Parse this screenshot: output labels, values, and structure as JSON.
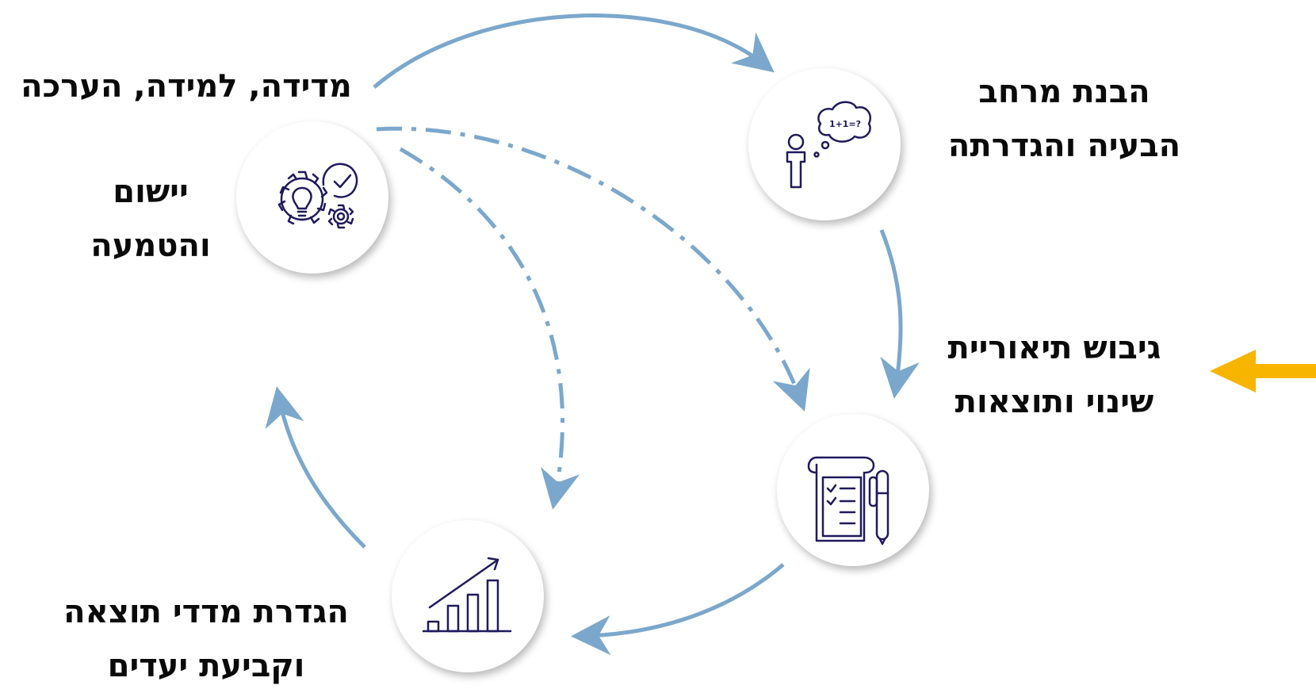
{
  "labels": {
    "understanding": {
      "line1": "הבנת מרחב",
      "line2": "הבעיה והגדרתה"
    },
    "theory": {
      "line1": "גיבוש תיאוריית",
      "line2": "שינוי ותוצאות"
    },
    "metrics": {
      "line1": "הגדרת מדדי תוצאה",
      "line2": "וקביעת יעדים"
    },
    "implementation": {
      "line1": "יישום",
      "line2": "והטמעה"
    },
    "measurement": {
      "line1": "מדידה, למידה, הערכה"
    }
  },
  "icons": {
    "thinking_person": {
      "bubble_text": "1+1=?"
    }
  },
  "colors": {
    "arrow": "#7ba7cc",
    "highlight_arrow": "#f7b500",
    "icon_stroke": "#1f1a5c",
    "text": "#0a0a0a"
  }
}
